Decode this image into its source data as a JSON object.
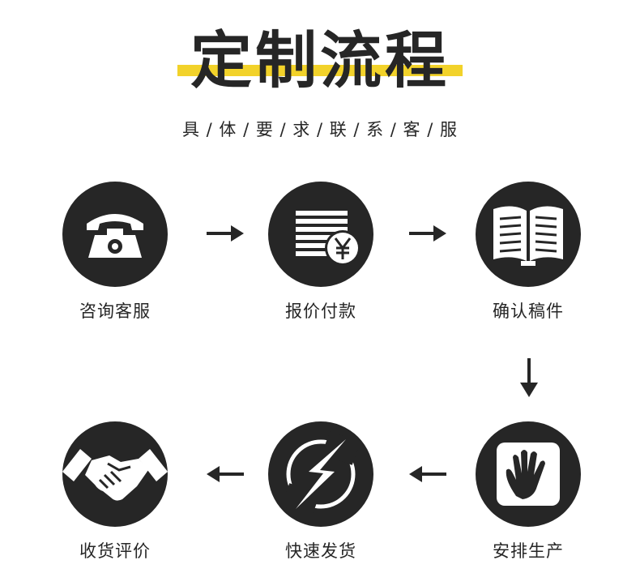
{
  "header": {
    "title": "定制流程",
    "subtitle": "具 / 体 / 要 / 求 / 联 / 系 / 客 / 服",
    "accent_color": "#f2d22a"
  },
  "steps": [
    {
      "label": "咨询客服",
      "icon": "telephone-icon"
    },
    {
      "label": "报价付款",
      "icon": "invoice-yen-icon"
    },
    {
      "label": "确认稿件",
      "icon": "open-book-icon"
    },
    {
      "label": "安排生产",
      "icon": "hand-icon"
    },
    {
      "label": "快速发货",
      "icon": "lightning-icon"
    },
    {
      "label": "收货评价",
      "icon": "handshake-icon"
    }
  ],
  "colors": {
    "dark": "#262626",
    "background": "#ffffff"
  }
}
